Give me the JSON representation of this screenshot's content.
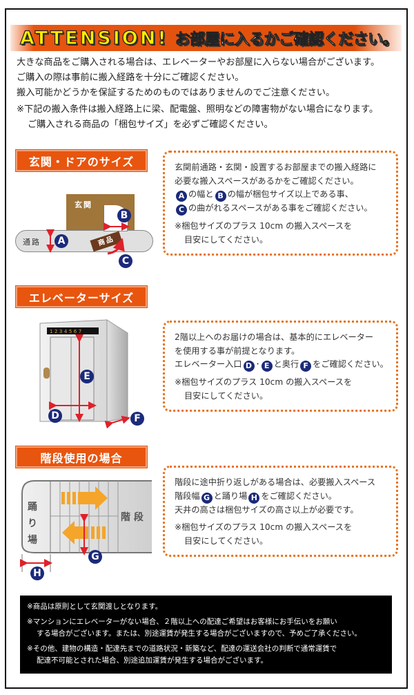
{
  "header": {
    "attention": "ATTENSION!",
    "title": "お部屋に入るかご確認ください。",
    "accent_color": "#e8550f"
  },
  "intro": {
    "lines": [
      "大きな商品をご購入される場合は、エレベーターやお部屋に入らない場合がございます。",
      "ご購入の際は事前に搬入経路を十分にご確認ください。",
      "搬入可能かどうかを保証するためのものではありませんのでご注意ください。"
    ]
  },
  "note": {
    "line1": "※下記の搬入条件は搬入経路上に梁、配電盤、照明などの障害物がない場合になります。",
    "line2": "ご購入される商品の「梱包サイズ」を必ずご確認ください。"
  },
  "sections": [
    {
      "title": "玄関・ドアのサイズ",
      "diagram": {
        "genkan": "玄関",
        "corridor": "通路",
        "product": "商品",
        "markers": [
          "A",
          "B",
          "C"
        ]
      },
      "text": {
        "l1": "玄関前通路・玄関・設置するお部屋までの搬入経路に",
        "l2": "必要な搬入スペースがあるかをご確認ください。",
        "l3_a": "A",
        "l3_mid": "の幅と",
        "l3_b": "B",
        "l3_end": "の幅が梱包サイズ以上である事、",
        "l4_c": "C",
        "l4_end": "の曲がれるスペースがある事をご確認ください。",
        "n1": "※梱包サイズのプラス 10cm の搬入スペースを",
        "n2": "目安にしてください。"
      }
    },
    {
      "title": "エレベーターサイズ",
      "diagram": {
        "floors": "1 2 3 4 5 6 7",
        "markers": [
          "D",
          "E",
          "F"
        ]
      },
      "text": {
        "l1": "2階以上へのお届けの場合は、基本的にエレベーター",
        "l2": "を使用する事が前提となります。",
        "l3_start": "エレベーター入口",
        "l3_d": "D",
        "l3_dot": "･",
        "l3_e": "E",
        "l3_mid": "と奥行",
        "l3_f": "F",
        "l3_end": "をご確認ください。",
        "n1": "※梱包サイズのプラス 10cm の搬入スペースを",
        "n2": "目安にしてください。"
      }
    },
    {
      "title": "階段使用の場合",
      "diagram": {
        "landing": "踊り場",
        "stairs": "階 段",
        "markers": [
          "G",
          "H"
        ]
      },
      "text": {
        "l1": "階段に途中折り返しがある場合は、必要搬入スペース",
        "l2_start": "階段幅",
        "l2_g": "G",
        "l2_mid": "と踊り場",
        "l2_h": "H",
        "l2_end": "をご確認ください。",
        "l3": "天井の高さは梱包サイズの高さ以上が必要です。",
        "n1": "※梱包サイズのプラス 10cm の搬入スペースを",
        "n2": "目安にしてください。"
      }
    }
  ],
  "footer_notes": {
    "n1": "※商品は原則として玄関渡しとなります。",
    "n2a": "※マンションにエレベーターがない場合、２階以上への配達ご希望はお客様にお手伝いをお願い",
    "n2b": "する場合がございます。または、別途運賃が発生する場合がございますので、予めご了承ください。",
    "n3a": "※その他、建物の構造・配達先までの道路状況・新築など、配達の運送会社の判断で通常運賃で",
    "n3b": "配達不可能とされた場合、別途追加運賃が発生する場合がございます。"
  }
}
